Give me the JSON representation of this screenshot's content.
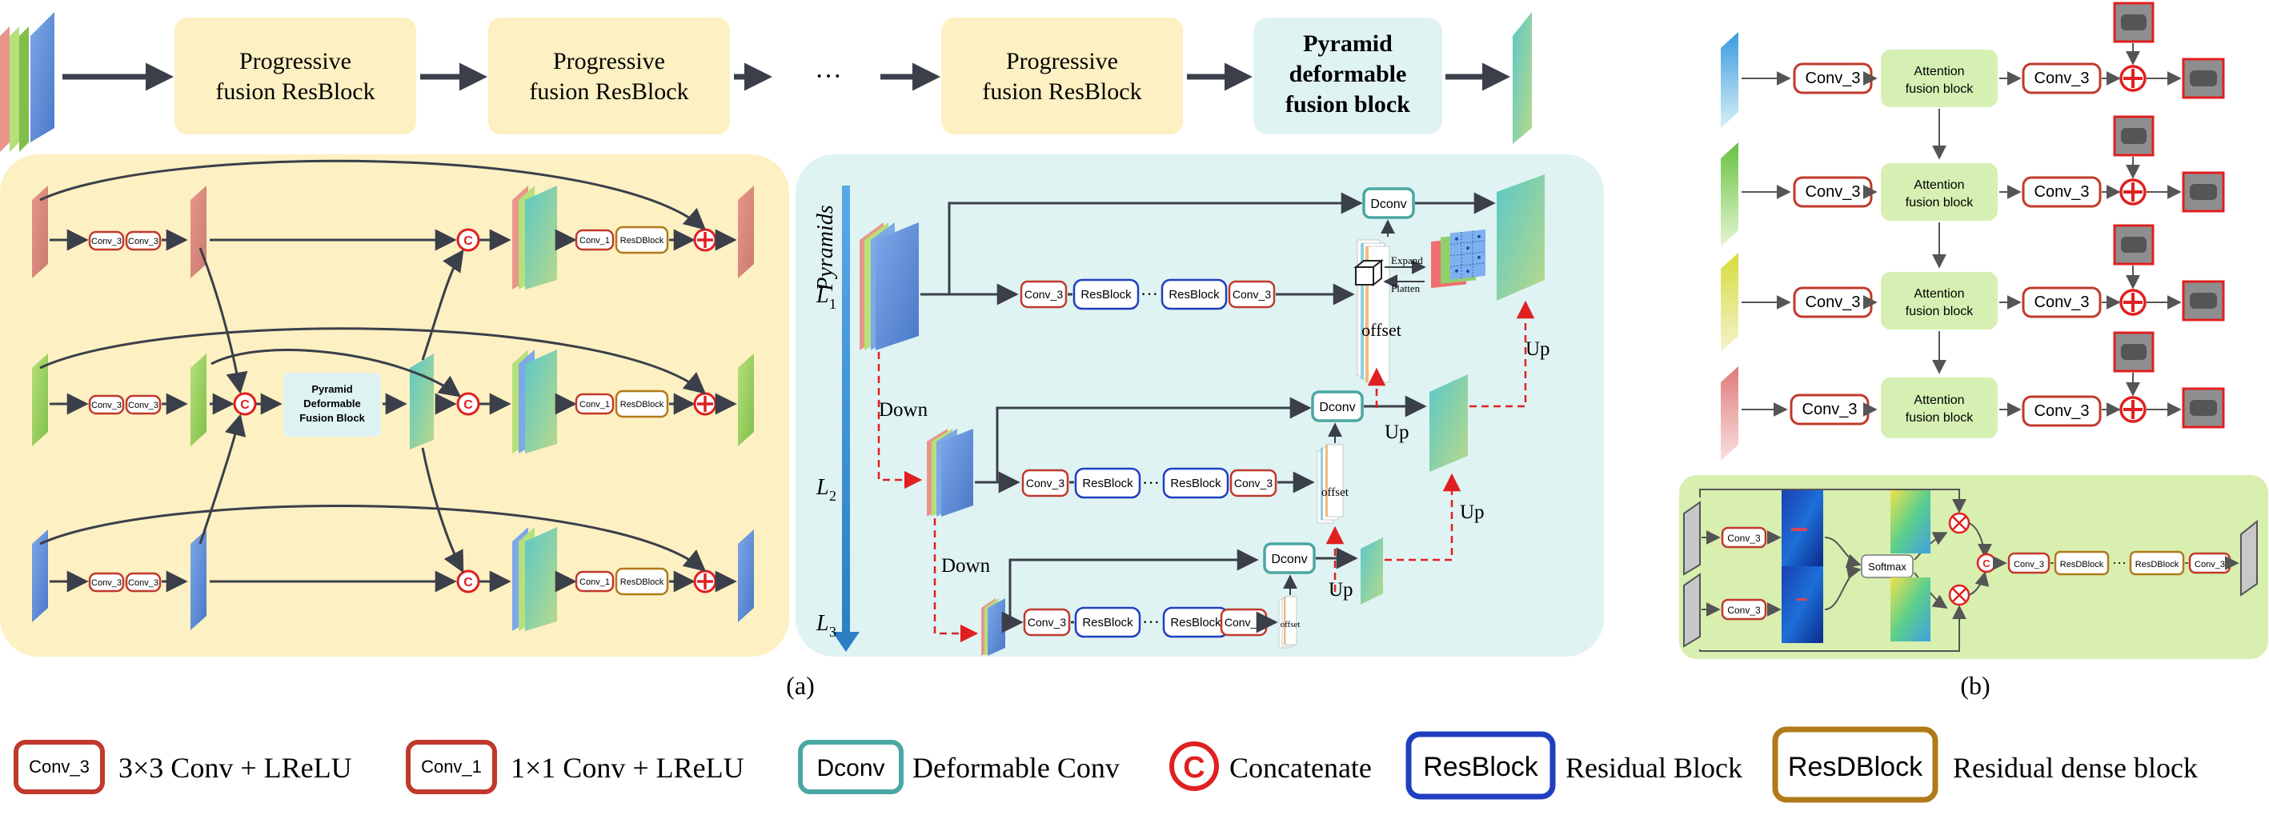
{
  "top_flow": {
    "block1": "Progressive",
    "block1b": "fusion  ResBlock",
    "block2": "Progressive",
    "block2b": "fusion  ResBlock",
    "ellipsis": "···",
    "block3": "Progressive",
    "block3b": "fusion  ResBlock",
    "pdf_1": "Pyramid",
    "pdf_2": "deformable",
    "pdf_3": "fusion  block"
  },
  "progressive_panel": {
    "conv3": "Conv_3",
    "conv1": "Conv_1",
    "resdblock": "ResDBlock",
    "concat": "C",
    "pdfb_1": "Pyramid",
    "pdfb_2": "Deformable",
    "pdfb_3": "Fusion  Block"
  },
  "pyramid_panel": {
    "pyramids": "Pyramids",
    "l1": "L",
    "l1_sub": "1",
    "l2": "L",
    "l2_sub": "2",
    "l3": "L",
    "l3_sub": "3",
    "conv3": "Conv_3",
    "resblock": "ResBlock",
    "dots": "···",
    "dconv": "Dconv",
    "offset": "offset",
    "expand": "Expand",
    "flatten": "Flatten",
    "down": "Down",
    "up": "Up"
  },
  "attention_panel": {
    "conv3": "Conv_3",
    "afb_1": "Attention",
    "afb_2": "fusion block"
  },
  "afb_detail": {
    "conv3": "Conv_3",
    "softmax": "Softmax",
    "resdblock": "ResDBlock",
    "dots": "···",
    "concat": "C"
  },
  "captions": {
    "a": "(a)",
    "b": "(b)"
  },
  "legend": [
    {
      "box": "Conv_3",
      "text": "3×3 Conv + LReLU",
      "color": "#c0392b"
    },
    {
      "box": "Conv_1",
      "text": "1×1 Conv + LReLU",
      "color": "#c0392b"
    },
    {
      "box": "Dconv",
      "text": "Deformable Conv",
      "color": "#4aa7a2"
    },
    {
      "box": "C",
      "text": "Concatenate",
      "color": "#e02020"
    },
    {
      "box": "ResBlock",
      "text": "Residual Block",
      "color": "#1f3fbf"
    },
    {
      "box": "ResDBlock",
      "text": "Residual dense block",
      "color": "#b07a1a"
    }
  ],
  "colors": {
    "progressive_bg": "#fdf0c2",
    "pyramid_bg": "#dff3f3",
    "attention_block": "#d6f0b3",
    "detail_bg": "#d8efb0",
    "pdf_block": "#dff3f3",
    "red": "#e02020",
    "arrow": "#3b3f4a"
  }
}
